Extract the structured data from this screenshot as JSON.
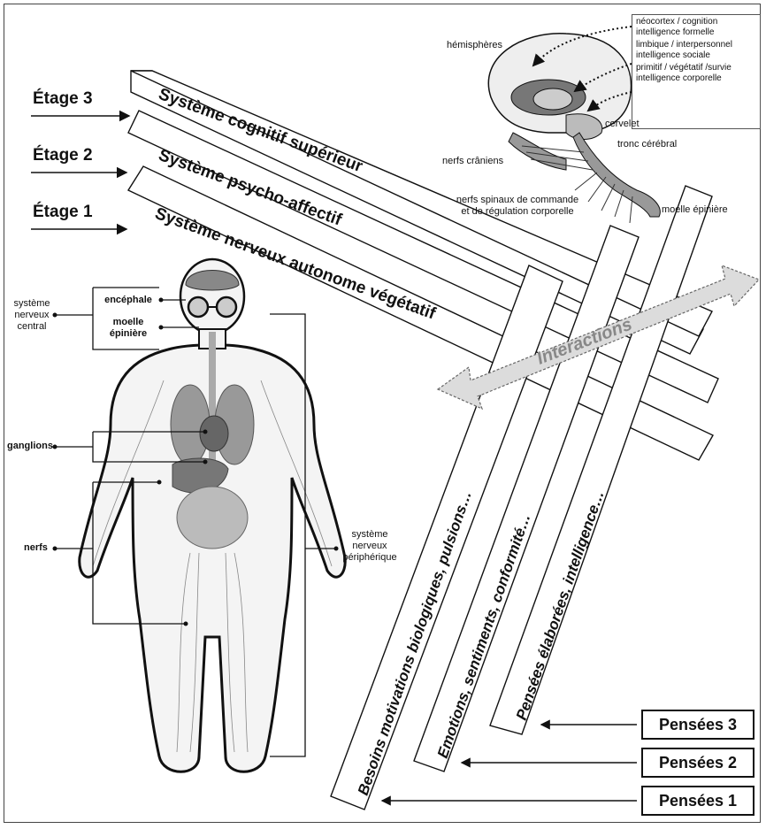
{
  "etages": [
    {
      "label": "Étage 3",
      "system": "Système cognitif supérieur"
    },
    {
      "label": "Étage 2",
      "system": "Système psycho-affectif"
    },
    {
      "label": "Étage 1",
      "system": "Système nerveux autonome végétatif"
    }
  ],
  "vertical_bands": [
    {
      "text": "Besoins motivations biologiques, pulsions…"
    },
    {
      "text": "Emotions, sentiments, conformité…"
    },
    {
      "text": "Pensées élaborées, intelligence…"
    }
  ],
  "interactions_label": "Interactions",
  "pensees": [
    "Pensées 3",
    "Pensées 2",
    "Pensées 1"
  ],
  "brain": {
    "hemispheres": "hémisphères",
    "levels": [
      {
        "line1": "néocortex / cognition",
        "line2": "intelligence formelle"
      },
      {
        "line1": "limbique / interpersonnel",
        "line2": "intelligence sociale"
      },
      {
        "line1": "primitif / végétatif /survie",
        "line2": "intelligence corporelle"
      }
    ],
    "cervelet": "cervelet",
    "tronc": "tronc cérébral",
    "nerfs_craniens": "nerfs crâniens",
    "nerfs_spinaux_1": "nerfs spinaux de commande",
    "nerfs_spinaux_2": "et de régulation corporelle",
    "moelle": "moelle épinière"
  },
  "body": {
    "snc_1": "système",
    "snc_2": "nerveux",
    "snc_3": "central",
    "encephale": "encéphale",
    "moelle_1": "moelle",
    "moelle_2": "épinière",
    "ganglions": "ganglions",
    "nerfs": "nerfs",
    "snp_1": "système",
    "snp_2": "nerveux",
    "snp_3": "périphérique"
  }
}
